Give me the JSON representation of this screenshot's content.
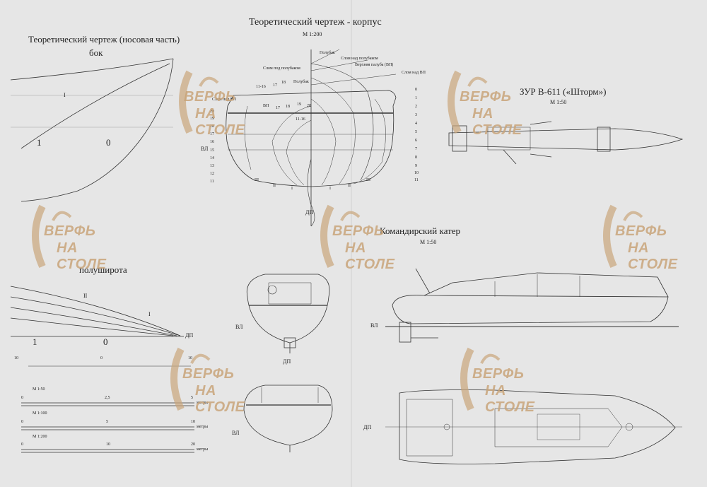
{
  "titles": {
    "body_plan": "Теоретический чертеж - корпус",
    "body_plan_scale": "М 1:200",
    "bow_plan": "Теоретический чертеж (носовая часть)",
    "side_view": "бок",
    "half_breadth": "полуширота",
    "missile": "ЗУР В-611 («Шторм»)",
    "missile_scale": "М 1:50",
    "boat": "Командирский катер",
    "boat_scale": "М 1:50"
  },
  "watermark": {
    "line1": "ВЕРФЬ",
    "line2": "НА СТОЛЕ"
  },
  "body_plan_labels": {
    "polubak": "Полубак",
    "slom_nad_polubakom": "Слом над полубаком",
    "slom_pod_polubakom": "Слом под полубаком",
    "verhnyaya_paluba": "Верхняя палуба (ВП)",
    "slom_nad_vp": "Слом над ВП",
    "slom_pod_vp": "Слом под ВП",
    "polubak_inner": "Полубак",
    "vp": "ВП",
    "vl": "ВЛ",
    "dp": "ДП",
    "right_numbers": [
      "0",
      "1",
      "2",
      "3",
      "4",
      "5",
      "6",
      "7",
      "8",
      "9",
      "10",
      "11"
    ],
    "left_numbers": [
      "20",
      "19",
      "18",
      "17",
      "16",
      "15",
      "14",
      "13",
      "12",
      "11"
    ],
    "top_numbers": [
      "11-16",
      "17",
      "18"
    ],
    "inner_numbers": [
      "17",
      "18",
      "19",
      "20",
      "11-16"
    ],
    "bottom_roman": [
      "III",
      "II",
      "I",
      "I",
      "II",
      "III"
    ]
  },
  "bow_labels": {
    "line_i": "I",
    "line_one": "1",
    "line_zero": "0"
  },
  "half_breadth_labels": {
    "line_ii": "II",
    "line_i": "I",
    "one": "1",
    "zero": "0",
    "dp": "ДП"
  },
  "section_labels": {
    "vl1": "ВЛ",
    "dp1": "ДП",
    "vl2": "ВЛ"
  },
  "boat_labels": {
    "vl": "ВЛ",
    "dp": "ДП"
  },
  "scales": [
    {
      "label": "М 1:50",
      "ticks": [
        "0",
        "2,5",
        "5"
      ],
      "unit": "метры"
    },
    {
      "label": "М 1:100",
      "ticks": [
        "0",
        "5",
        "10"
      ],
      "unit": "метры"
    },
    {
      "label": "М 1:200",
      "ticks": [
        "0",
        "10",
        "20"
      ],
      "unit": "метры"
    }
  ],
  "scale_top_ticks": [
    "10",
    "0",
    "10"
  ]
}
